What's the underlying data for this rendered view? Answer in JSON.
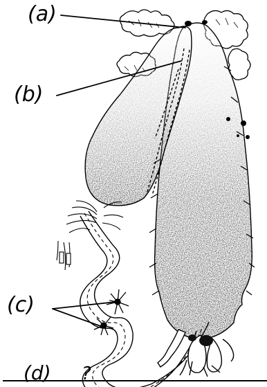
{
  "labels": {
    "a": "(a)",
    "b": "(b)",
    "c": "(c)",
    "d": "(d)",
    "d_note": "?"
  },
  "colors": {
    "ink": "#000000",
    "paper": "#ffffff",
    "shade_dark": "#2a2a2a",
    "shade_mid": "#7a7a7a"
  }
}
